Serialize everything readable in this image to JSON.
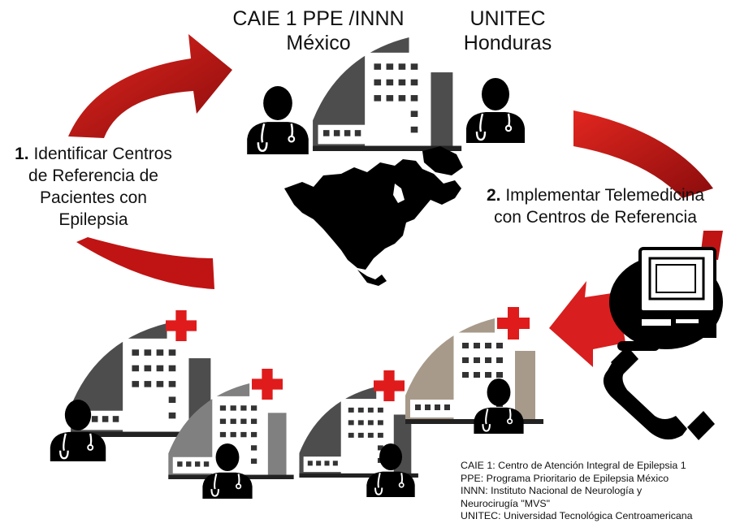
{
  "top_labels": {
    "left": {
      "line1": "CAIE 1 PPE /INNN",
      "line2": "México"
    },
    "right": {
      "line1": "UNITEC",
      "line2": "Honduras"
    }
  },
  "steps": [
    {
      "number": "1.",
      "text_lines": [
        "Identificar Centros",
        "de Referencia de",
        "Pacientes con",
        "Epilepsia"
      ]
    },
    {
      "number": "2.",
      "text_lines": [
        "Implementar Telemedicina",
        "con Centros de Referencia"
      ]
    }
  ],
  "legend": [
    "CAIE 1: Centro de Atención Integral de Epilepsia 1",
    "PPE: Programa Prioritario de Epilepsia México",
    "INNN: Instituto Nacional de Neurología y",
    "Neurocirugía \"MVS\"",
    "UNITEC: Universidad Tecnológica Centroamericana"
  ],
  "colors": {
    "arrow_red": "#d81e1e",
    "building_dark": "#4d4d4d",
    "building_mid": "#808080",
    "building_tan": "#a89a8a",
    "cross_red": "#e01b1b",
    "figure_black": "#000000"
  },
  "icons": [
    "hospital-icon",
    "doctor-icon",
    "medical-cross-icon",
    "north-america-map-icon",
    "computer-icon",
    "telephone-icon",
    "curved-arrow-icon"
  ]
}
